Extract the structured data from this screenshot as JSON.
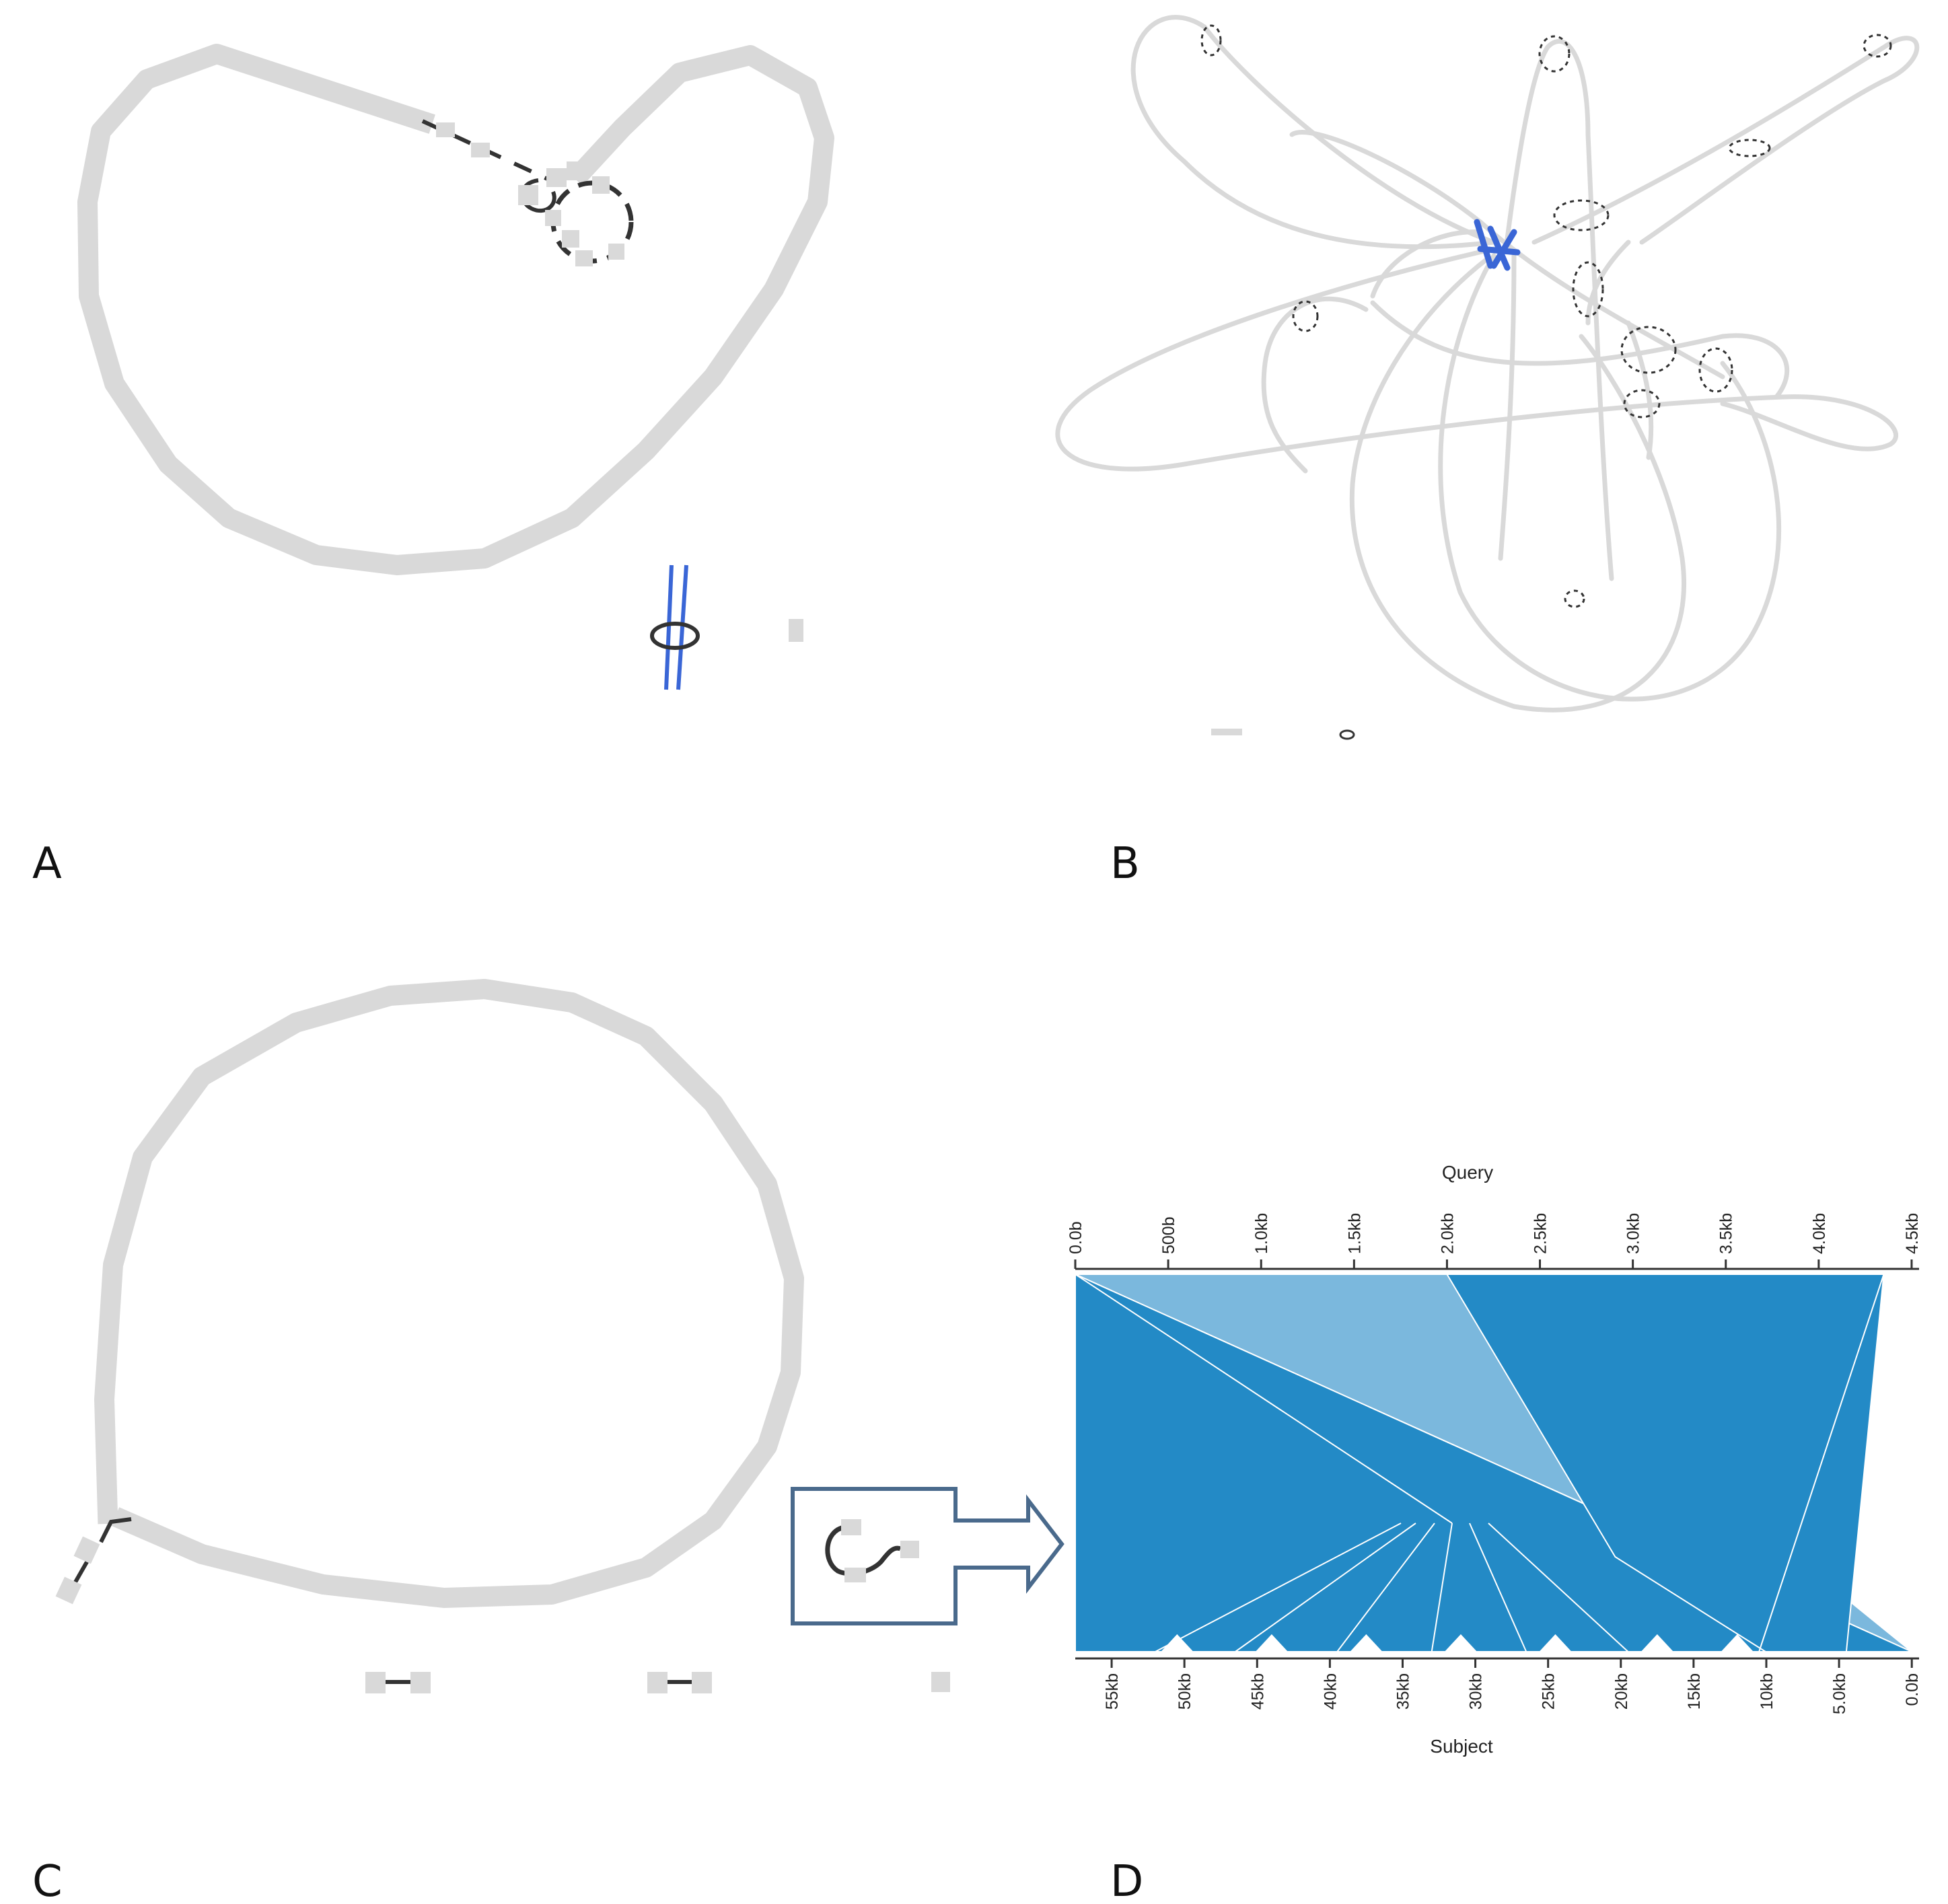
{
  "panels": {
    "a": {
      "letter": "A"
    },
    "b": {
      "letter": "B"
    },
    "c": {
      "letter": "C"
    },
    "d": {
      "letter": "D"
    }
  },
  "colors": {
    "graph_node": "#d9d9d9",
    "graph_edge": "#333333",
    "highlight": "#3a66d6",
    "alignment_dark": "#238ac6",
    "alignment_light": "#7bb8dd",
    "callout": "#4a6a8c"
  },
  "icons": {
    "callout_arrow": "arrow-right-icon"
  },
  "chart_data": {
    "type": "alignment",
    "query": {
      "label": "Query",
      "ticks": [
        "0.0b",
        "500b",
        "1.0kb",
        "1.5kb",
        "2.0kb",
        "2.5kb",
        "3.0kb",
        "3.5kb",
        "4.0kb",
        "4.5kb"
      ],
      "tick_values_bp": [
        0,
        500,
        1000,
        1500,
        2000,
        2500,
        3000,
        3500,
        4000,
        4500
      ],
      "range_bp": [
        0,
        4500
      ]
    },
    "subject": {
      "label": "Subject",
      "ticks": [
        "55kb",
        "50kb",
        "45kb",
        "40kb",
        "35kb",
        "30kb",
        "25kb",
        "20kb",
        "15kb",
        "10kb",
        "5.0kb",
        "0.0b"
      ],
      "tick_values_bp": [
        55000,
        50000,
        45000,
        40000,
        35000,
        30000,
        25000,
        20000,
        15000,
        10000,
        5000,
        0
      ],
      "range_bp": [
        57500,
        0
      ],
      "direction": "reversed"
    },
    "matches": [
      {
        "query_start": 0,
        "query_end": 2000,
        "subject_start": 0,
        "subject_end": 57500,
        "strand": "reverse"
      },
      {
        "query_start": 2000,
        "query_end": 4350,
        "subject_start": 4500,
        "subject_end": 57500,
        "strand": "forward"
      }
    ]
  }
}
